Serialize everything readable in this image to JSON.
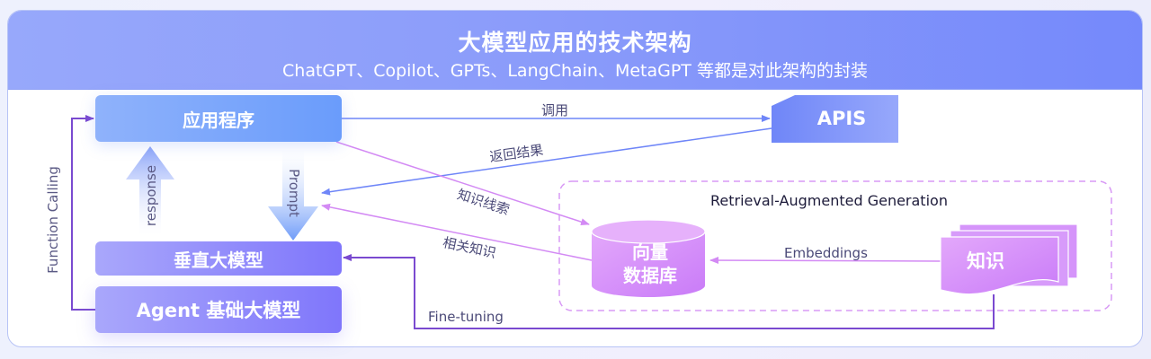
{
  "header": {
    "title": "大模型应用的技术架构",
    "subtitle": "ChatGPT、Copilot、GPTs、LangChain、MetaGPT 等都是对此架构的封装"
  },
  "nodes": {
    "application": "应用程序",
    "vertical_model": "垂直大模型",
    "agent_model": "Agent 基础大模型",
    "apis": "APIS",
    "vector_db_line1": "向量",
    "vector_db_line2": "数据库",
    "knowledge": "知识"
  },
  "rag_group": {
    "title": "Retrieval-Augmented Generation"
  },
  "edges": {
    "call": "调用",
    "return_result": "返回结果",
    "knowledge_clue": "知识线索",
    "related_knowledge": "相关知识",
    "embeddings": "Embeddings",
    "fine_tuning": "Fine-tuning",
    "function_calling": "Function Calling",
    "response": "response",
    "prompt": "Prompt"
  },
  "colors": {
    "header_start": "#97a8fb",
    "header_end": "#7589fb",
    "app_blue": "#6a9cfb",
    "model_purple": "#7f76fb",
    "rag_pink": "#d28bfb",
    "call_line": "#6f86f8",
    "rag_line": "#d38af4",
    "tuning_line": "#7a4ad0"
  }
}
